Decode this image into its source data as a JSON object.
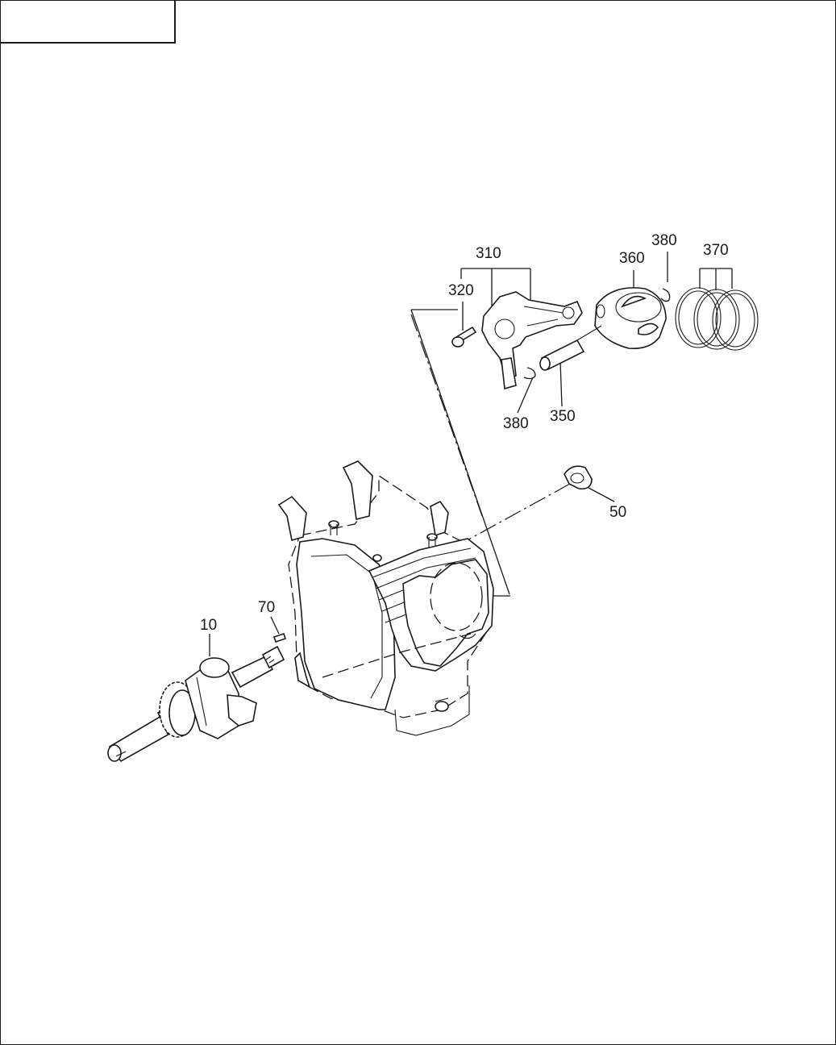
{
  "title_box": {
    "text": ""
  },
  "callouts": [
    {
      "id": "10",
      "label": "10"
    },
    {
      "id": "70",
      "label": "70"
    },
    {
      "id": "50",
      "label": "50"
    },
    {
      "id": "310",
      "label": "310"
    },
    {
      "id": "320",
      "label": "320"
    },
    {
      "id": "360",
      "label": "360"
    },
    {
      "id": "380a",
      "label": "380"
    },
    {
      "id": "370",
      "label": "370"
    },
    {
      "id": "380b",
      "label": "380"
    },
    {
      "id": "350",
      "label": "350"
    }
  ]
}
